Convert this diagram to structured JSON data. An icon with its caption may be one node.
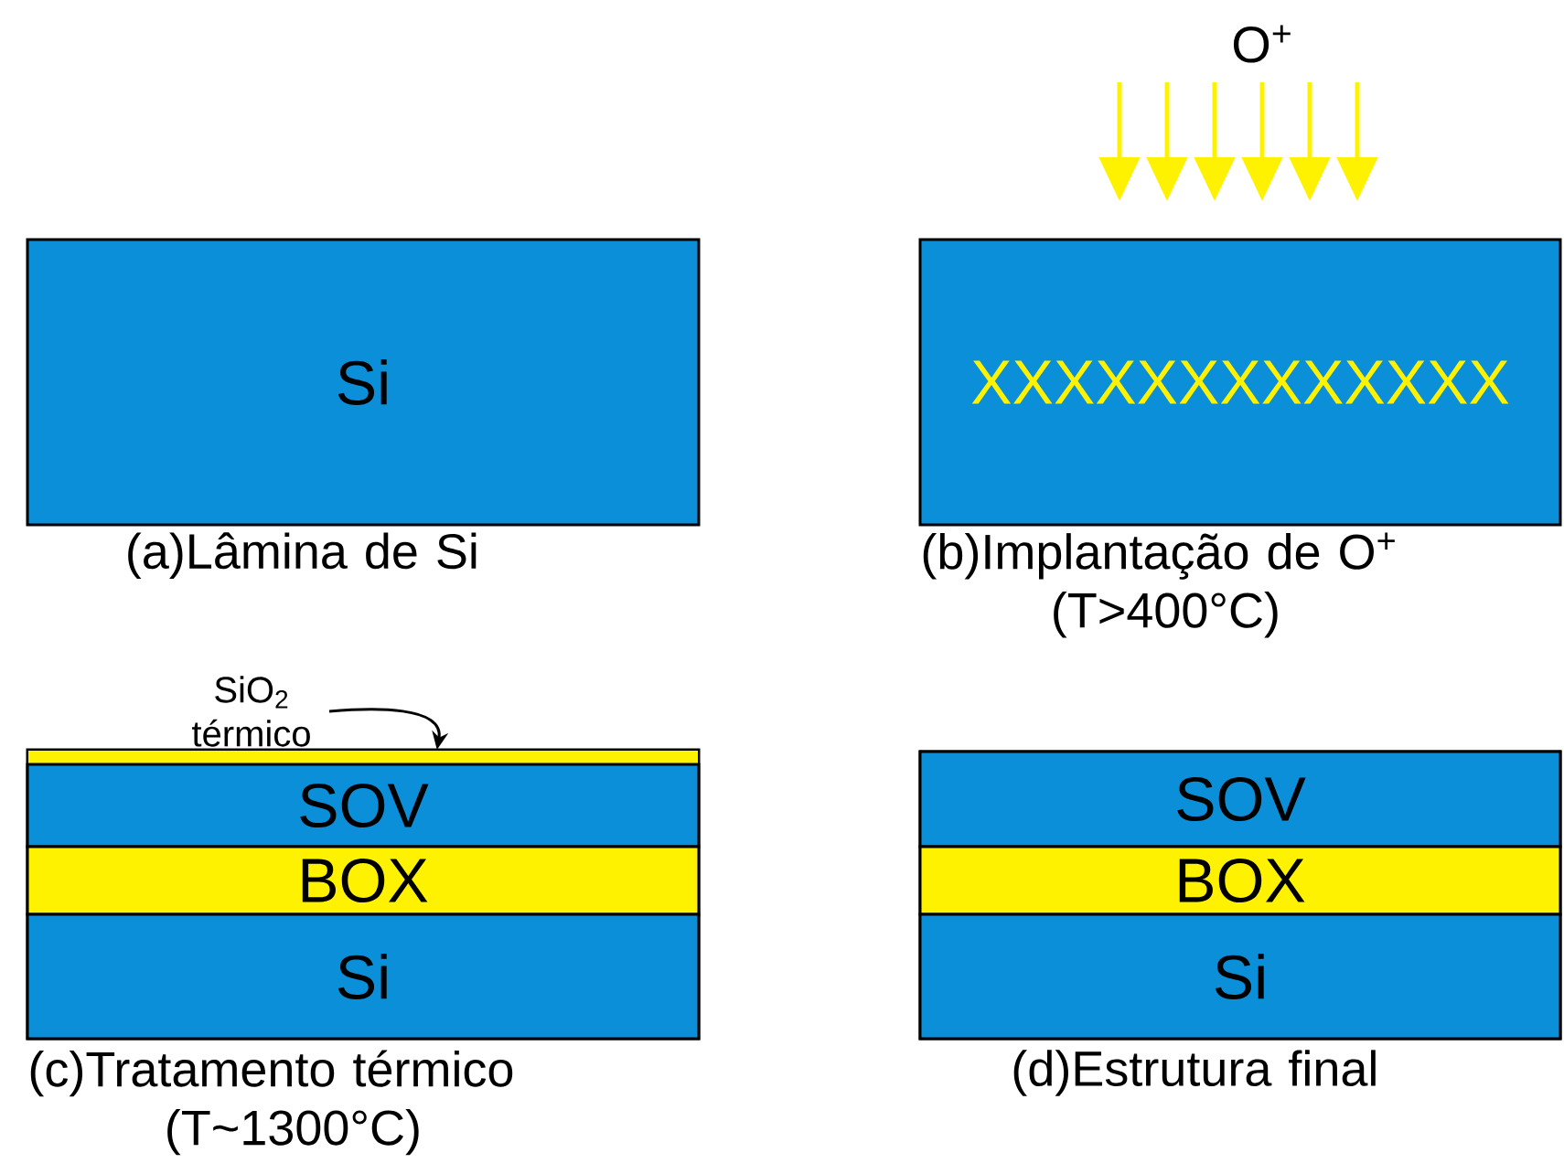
{
  "diagram": {
    "nodes": [
      {
        "text": [
          "Si"
        ],
        "beside": [
          "(a)Lâmina de Si"
        ]
      },
      {
        "text": [
          "XXXXXXXXXXXXX"
        ],
        "beside": [
          "(b)Implantação de O$^{+}$ (T>400°C)"
        ]
      },
      {
        "text": [
          "SiO$_{2}$ térmico"
        ]
      },
      {
        "text": [],
        "shape": "box",
        "beside": [
          "(c)Tratamento térmico (T~1300°C)"
        ]
      },
      {
        "text": [],
        "shape": "bar",
        "in": 3
      },
      {
        "text": [
          "SOV"
        ],
        "in": 3
      },
      {
        "text": [
          "BOX"
        ],
        "in": 3
      },
      {
        "text": [
          "Si"
        ],
        "in": 3
      },
      {
        "text": [],
        "shape": "box",
        "beside": [
          "(d)Estrutura final"
        ]
      },
      {
        "text": [
          "SOV"
        ],
        "in": 8
      },
      {
        "text": [
          "BOX"
        ],
        "in": 8
      },
      {
        "text": [
          "Si"
        ],
        "in": 8
      }
    ],
    "edges": [
      {
        "from": 2,
        "to": 4,
        "arrow": "to"
      }
    ],
    "labels": [
      "O$^{+}$"
    ]
  }
}
